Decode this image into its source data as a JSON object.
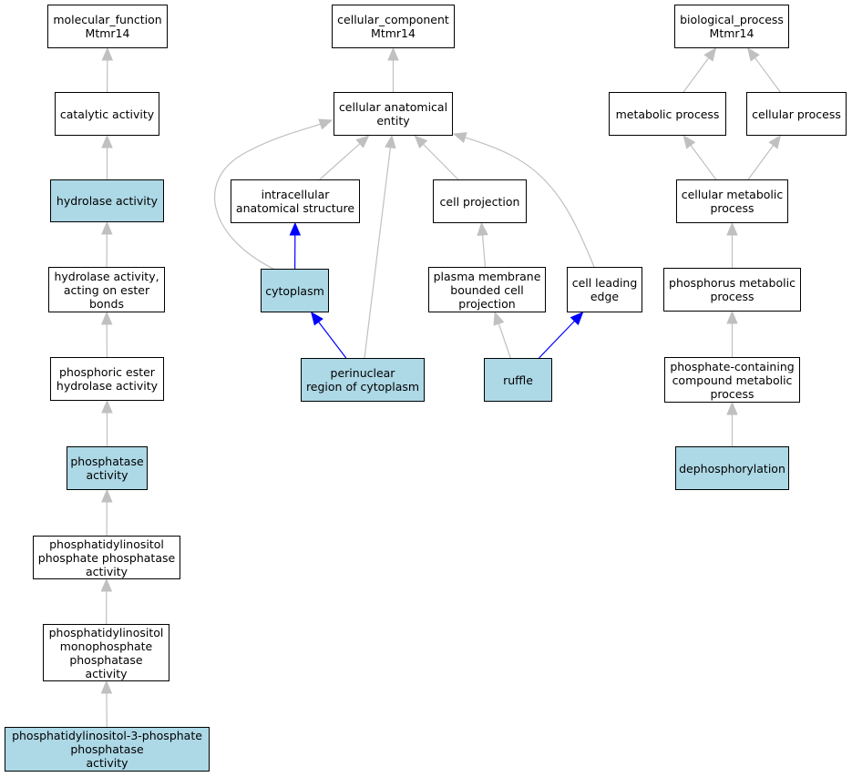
{
  "nodes": [
    {
      "id": "mf",
      "label": "molecular_function\nMtmr14",
      "highlight": false
    },
    {
      "id": "cat",
      "label": "catalytic activity",
      "highlight": false
    },
    {
      "id": "hyd",
      "label": "hydrolase activity",
      "highlight": true
    },
    {
      "id": "hydester",
      "label": "hydrolase activity,\nacting on ester\nbonds",
      "highlight": false
    },
    {
      "id": "phosester",
      "label": "phosphoric ester\nhydrolase activity",
      "highlight": false
    },
    {
      "id": "phosphatase",
      "label": "phosphatase\nactivity",
      "highlight": true
    },
    {
      "id": "pipp",
      "label": "phosphatidylinositol\nphosphate phosphatase\nactivity",
      "highlight": false
    },
    {
      "id": "pimp",
      "label": "phosphatidylinositol\nmonophosphate\nphosphatase\nactivity",
      "highlight": false
    },
    {
      "id": "pi3p",
      "label": "phosphatidylinositol-3-phosphate\nphosphatase\nactivity",
      "highlight": true
    },
    {
      "id": "cc",
      "label": "cellular_component\nMtmr14",
      "highlight": false
    },
    {
      "id": "cae",
      "label": "cellular anatomical\nentity",
      "highlight": false
    },
    {
      "id": "ias",
      "label": "intracellular\nanatomical structure",
      "highlight": false
    },
    {
      "id": "cytoplasm",
      "label": "cytoplasm",
      "highlight": true
    },
    {
      "id": "perinuc",
      "label": "perinuclear\nregion of cytoplasm",
      "highlight": true
    },
    {
      "id": "cellproj",
      "label": "cell projection",
      "highlight": false
    },
    {
      "id": "pmbcp",
      "label": "plasma membrane\nbounded cell\nprojection",
      "highlight": false
    },
    {
      "id": "leading",
      "label": "cell leading\nedge",
      "highlight": false
    },
    {
      "id": "ruffle",
      "label": "ruffle",
      "highlight": true
    },
    {
      "id": "bp",
      "label": "biological_process\nMtmr14",
      "highlight": false
    },
    {
      "id": "metab",
      "label": "metabolic process",
      "highlight": false
    },
    {
      "id": "cellproc",
      "label": "cellular process",
      "highlight": false
    },
    {
      "id": "cellmetab",
      "label": "cellular metabolic\nprocess",
      "highlight": false
    },
    {
      "id": "phosmetab",
      "label": "phosphorus metabolic\nprocess",
      "highlight": false
    },
    {
      "id": "pccm",
      "label": "phosphate-containing\ncompound metabolic\nprocess",
      "highlight": false
    },
    {
      "id": "dephos",
      "label": "dephosphorylation",
      "highlight": true
    }
  ],
  "edges": [
    {
      "from": "cat",
      "to": "mf",
      "color": "#c0c0c0"
    },
    {
      "from": "hyd",
      "to": "cat",
      "color": "#c0c0c0"
    },
    {
      "from": "hydester",
      "to": "hyd",
      "color": "#c0c0c0"
    },
    {
      "from": "phosester",
      "to": "hydester",
      "color": "#c0c0c0"
    },
    {
      "from": "phosphatase",
      "to": "phosester",
      "color": "#c0c0c0"
    },
    {
      "from": "pipp",
      "to": "phosphatase",
      "color": "#c0c0c0"
    },
    {
      "from": "pimp",
      "to": "pipp",
      "color": "#c0c0c0"
    },
    {
      "from": "pi3p",
      "to": "pimp",
      "color": "#c0c0c0"
    },
    {
      "from": "cae",
      "to": "cc",
      "color": "#c0c0c0"
    },
    {
      "from": "ias",
      "to": "cae",
      "color": "#c0c0c0"
    },
    {
      "from": "cytoplasm",
      "to": "cae",
      "color": "#c0c0c0"
    },
    {
      "from": "cytoplasm",
      "to": "ias",
      "color": "#0000ff"
    },
    {
      "from": "perinuc",
      "to": "cytoplasm",
      "color": "#0000ff"
    },
    {
      "from": "perinuc",
      "to": "cae",
      "color": "#c0c0c0"
    },
    {
      "from": "cellproj",
      "to": "cae",
      "color": "#c0c0c0"
    },
    {
      "from": "pmbcp",
      "to": "cellproj",
      "color": "#c0c0c0"
    },
    {
      "from": "leading",
      "to": "cae",
      "color": "#c0c0c0"
    },
    {
      "from": "ruffle",
      "to": "pmbcp",
      "color": "#c0c0c0"
    },
    {
      "from": "ruffle",
      "to": "leading",
      "color": "#0000ff"
    },
    {
      "from": "metab",
      "to": "bp",
      "color": "#c0c0c0"
    },
    {
      "from": "cellproc",
      "to": "bp",
      "color": "#c0c0c0"
    },
    {
      "from": "cellmetab",
      "to": "metab",
      "color": "#c0c0c0"
    },
    {
      "from": "cellmetab",
      "to": "cellproc",
      "color": "#c0c0c0"
    },
    {
      "from": "phosmetab",
      "to": "cellmetab",
      "color": "#c0c0c0"
    },
    {
      "from": "pccm",
      "to": "phosmetab",
      "color": "#c0c0c0"
    },
    {
      "from": "dephos",
      "to": "pccm",
      "color": "#c0c0c0"
    }
  ]
}
